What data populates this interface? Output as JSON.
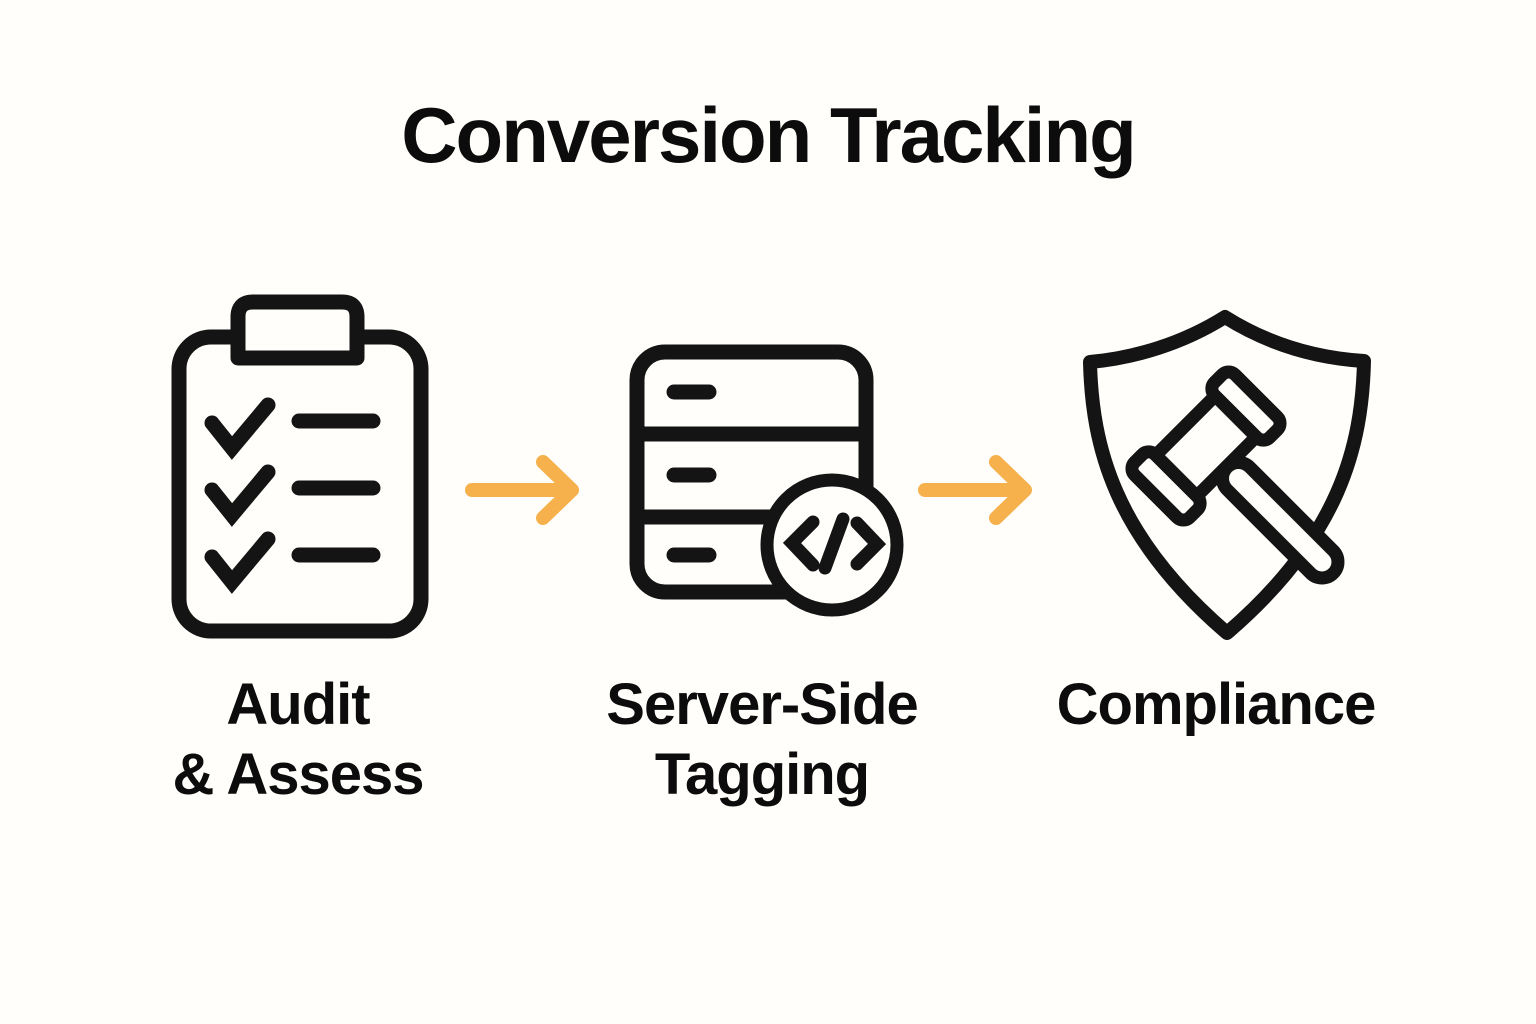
{
  "title": "Conversion Tracking",
  "colors": {
    "background": "#fffefa",
    "text": "#0c0c0c",
    "icon": "#141414",
    "arrow": "#f6b14d"
  },
  "steps": [
    {
      "icon": "clipboard-checklist-icon",
      "label_line1": "Audit",
      "label_line2": "& Assess"
    },
    {
      "icon": "server-code-icon",
      "label_line1": "Server-Side",
      "label_line2": "Tagging"
    },
    {
      "icon": "shield-gavel-icon",
      "label_line1": "Compliance",
      "label_line2": ""
    }
  ],
  "connectors": [
    {
      "icon": "arrow-right-icon"
    },
    {
      "icon": "arrow-right-icon"
    }
  ]
}
